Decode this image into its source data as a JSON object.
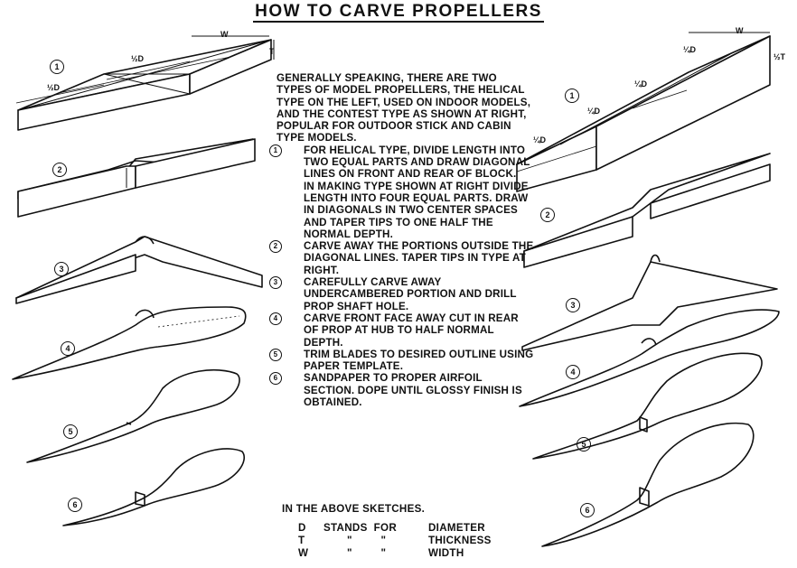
{
  "title": "HOW TO CARVE PROPELLERS",
  "intro": "GENERALLY SPEAKING, THERE ARE TWO TYPES OF MODEL PROPELLERS, THE HELICAL TYPE ON THE LEFT, USED ON INDOOR MODELS, AND THE CONTEST TYPE AS SHOWN AT RIGHT, POPULAR FOR OUTDOOR STICK AND CABIN TYPE MODELS.",
  "steps": [
    {
      "num": "1",
      "text": "FOR HELICAL TYPE, DIVIDE LENGTH INTO TWO EQUAL PARTS AND DRAW DIAGONAL LINES ON FRONT AND REAR OF BLOCK."
    },
    {
      "num": "",
      "text": "IN MAKING TYPE SHOWN AT RIGHT DIVIDE LENGTH INTO FOUR EQUAL PARTS. DRAW IN DIAGONALS IN TWO CENTER SPACES AND TAPER TIPS TO ONE HALF THE NORMAL DEPTH."
    },
    {
      "num": "2",
      "text": "CARVE AWAY THE PORTIONS OUTSIDE THE DIAGONAL LINES. TAPER TIPS IN TYPE AT RIGHT."
    },
    {
      "num": "3",
      "text": "CAREFULLY CARVE AWAY UNDERCAMBERED PORTION AND DRILL PROP SHAFT HOLE."
    },
    {
      "num": "4",
      "text": "CARVE FRONT FACE AWAY CUT IN REAR OF PROP AT HUB TO HALF NORMAL DEPTH."
    },
    {
      "num": "5",
      "text": "TRIM BLADES TO DESIRED OUTLINE USING PAPER TEMPLATE."
    },
    {
      "num": "6",
      "text": "SANDPAPER TO PROPER AIRFOIL SECTION. DOPE UNTIL GLOSSY FINISH IS OBTAINED."
    }
  ],
  "legend": {
    "heading": "IN THE ABOVE SKETCHES.",
    "rows": [
      {
        "letter": "D",
        "phrase": "STANDS  FOR",
        "meaning": "DIAMETER"
      },
      {
        "letter": "T",
        "phrase": "\"         \"",
        "meaning": "THICKNESS"
      },
      {
        "letter": "W",
        "phrase": "\"         \"",
        "meaning": "WIDTH"
      }
    ]
  },
  "labels": {
    "w": "W",
    "t": "T",
    "half_d": "½D",
    "quarter_d": "¼D",
    "half_t": "½T"
  },
  "left_steps": [
    "1",
    "2",
    "3",
    "4",
    "5",
    "6"
  ],
  "right_steps": [
    "1",
    "2",
    "3",
    "4",
    "5",
    "6"
  ]
}
